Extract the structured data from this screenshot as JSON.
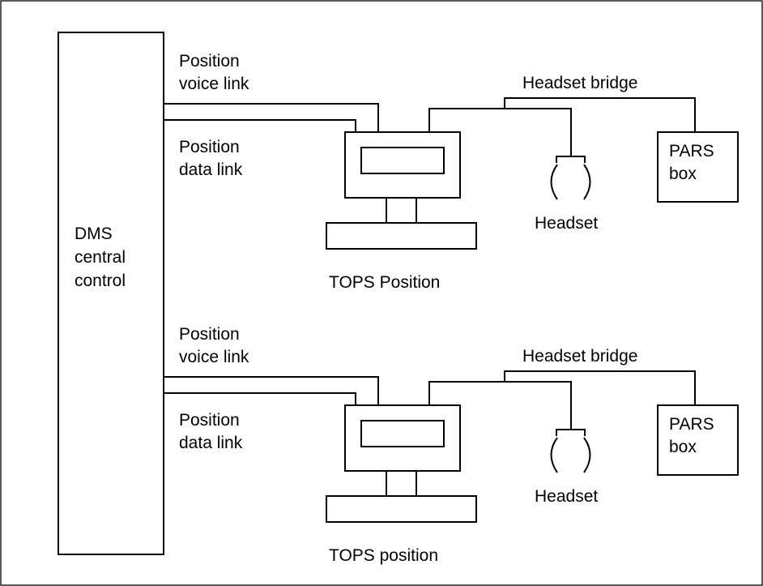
{
  "central": {
    "line1": "DMS",
    "line2": "central",
    "line3": "control"
  },
  "units": [
    {
      "voice_link_line1": "Position",
      "voice_link_line2": "voice link",
      "data_link_line1": "Position",
      "data_link_line2": "data link",
      "bridge_label": "Headset bridge",
      "headset_label": "Headset",
      "pars_line1": "PARS",
      "pars_line2": "box",
      "terminal_label": "TOPS Position"
    },
    {
      "voice_link_line1": "Position",
      "voice_link_line2": "voice link",
      "data_link_line1": "Position",
      "data_link_line2": "data link",
      "bridge_label": "Headset bridge",
      "headset_label": "Headset",
      "pars_line1": "PARS",
      "pars_line2": "box",
      "terminal_label": "TOPS position"
    }
  ]
}
